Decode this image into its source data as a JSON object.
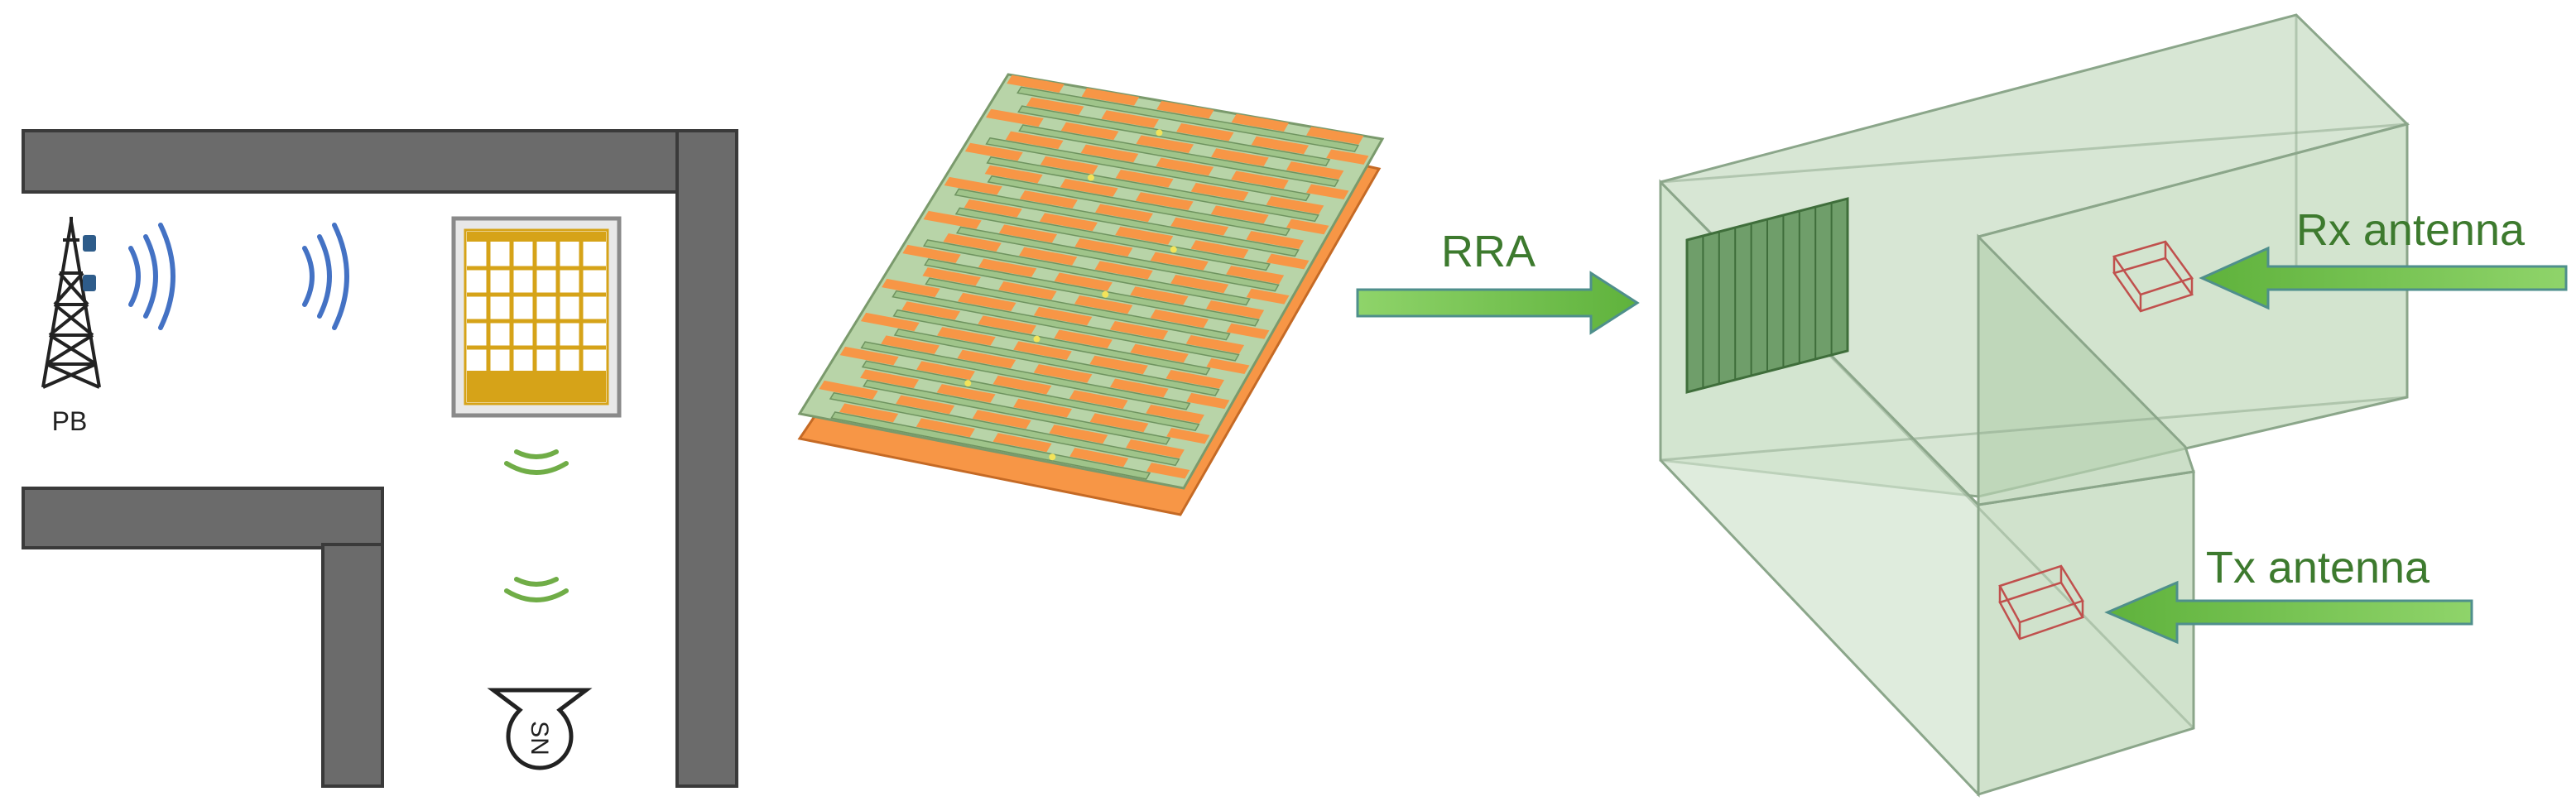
{
  "panel_floorplan": {
    "base_station_label": "PB",
    "sensor_label": "SN"
  },
  "panel_rra": {
    "arrow_label": "RRA"
  },
  "panel_simulation": {
    "rx_label": "Rx antenna",
    "tx_label": "Tx antenna"
  },
  "colors": {
    "wall": "#6b6b6b",
    "wall_stroke": "#3a3a3a",
    "wave_blue": "#4472c4",
    "wave_green": "#70ad47",
    "array_gold": "#d6a318",
    "patch_orange": "#f79646",
    "strip_green": "#9fc48a",
    "box_fill": "#c9dec5",
    "box_stroke": "#8ba68a",
    "arrow_green": "#6cc24a",
    "label_green": "#3d7a2e",
    "antenna_red": "#c0504d"
  }
}
